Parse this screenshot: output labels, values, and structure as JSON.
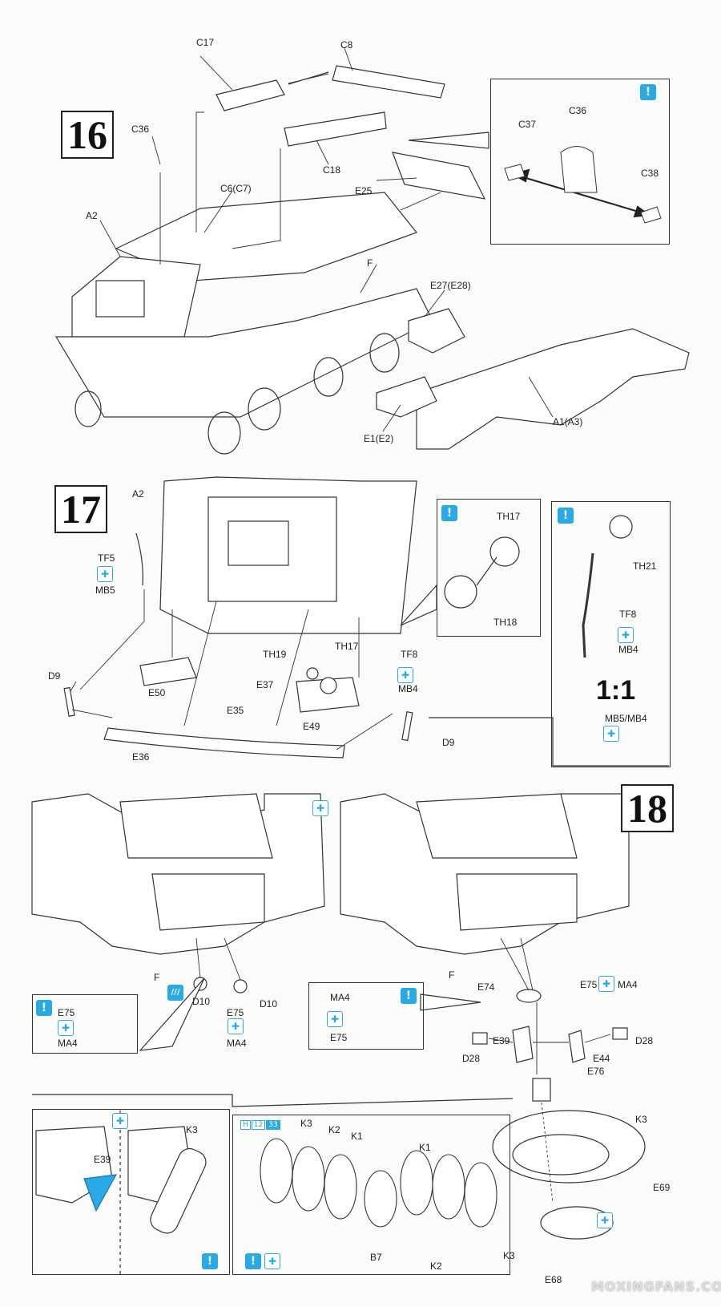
{
  "steps": {
    "s16": "16",
    "s17": "17",
    "s18": "18"
  },
  "step16": {
    "labels": {
      "c17": "C17",
      "c8": "C8",
      "c36": "C36",
      "c18": "C18",
      "e25": "E25",
      "c6": "C6(C7)",
      "a2": "A2",
      "f": "F",
      "e27": "E27(E28)",
      "e1": "E1(E2)",
      "a1": "A1(A3)"
    },
    "detail": {
      "c37": "C37",
      "c36": "C36",
      "c38": "C38"
    }
  },
  "step17": {
    "labels": {
      "a2": "A2",
      "tf5": "TF5",
      "mb5": "MB5",
      "d9_left": "D9",
      "e50": "E50",
      "e35": "E35",
      "th19": "TH19",
      "th17": "TH17",
      "e37": "E37",
      "tf8": "TF8",
      "mb4": "MB4",
      "e49": "E49",
      "e36": "E36",
      "d9_right": "D9"
    },
    "detail_a": {
      "th17": "TH17",
      "th18": "TH18"
    },
    "detail_b": {
      "th21": "TH21",
      "tf8": "TF8",
      "mb4": "MB4",
      "scale": "1:1",
      "mb_pair": "MB5/MB4"
    }
  },
  "step18": {
    "left": {
      "f": "F",
      "d10_left": "D10",
      "d10_right": "D10",
      "e75": "E75",
      "ma4": "MA4"
    },
    "left_detail": {
      "e75": "E75",
      "ma4": "MA4"
    },
    "right": {
      "f": "F",
      "e74": "E74",
      "e75": "E75",
      "ma4": "MA4",
      "d28_left": "D28",
      "e39": "E39",
      "e44": "E44",
      "d28_right": "D28",
      "e76": "E76",
      "k3": "K3",
      "e69": "E69",
      "e68": "E68"
    },
    "right_detail": {
      "ma4": "MA4",
      "e75": "E75"
    },
    "bottom_left": {
      "e39": "E39",
      "k3": "K3"
    },
    "wheel_detail": {
      "chips": [
        "H",
        "12",
        "33"
      ],
      "k3_top": "K3",
      "k2_top": "K2",
      "k1_top": "K1",
      "k1_right": "K1",
      "b7": "B7",
      "k2_bottom": "K2",
      "k3_bottom": "K3"
    }
  },
  "icons": {
    "excl": "!",
    "paint": "✚",
    "stripe": "///"
  },
  "watermark": "MOXINGFANS.COM"
}
